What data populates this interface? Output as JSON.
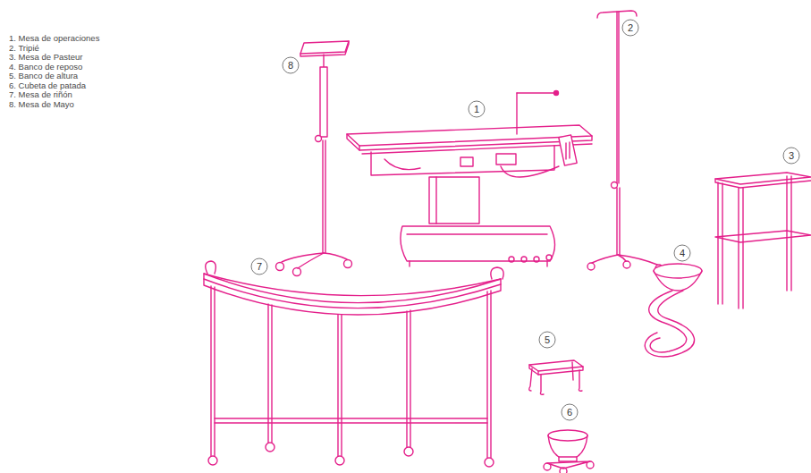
{
  "diagram": {
    "labels": [
      "1. Mesa de operaciones",
      "2. Tripié",
      "3. Mesa de Pasteur",
      "4. Banco de reposo",
      "5. Banco de altura",
      "6. Cubeta de patada",
      "7. Mesa de riñón",
      "8. Mesa de Mayo",
      "8",
      "1",
      "2",
      "3",
      "4",
      "5",
      "7",
      "6"
    ]
  }
}
